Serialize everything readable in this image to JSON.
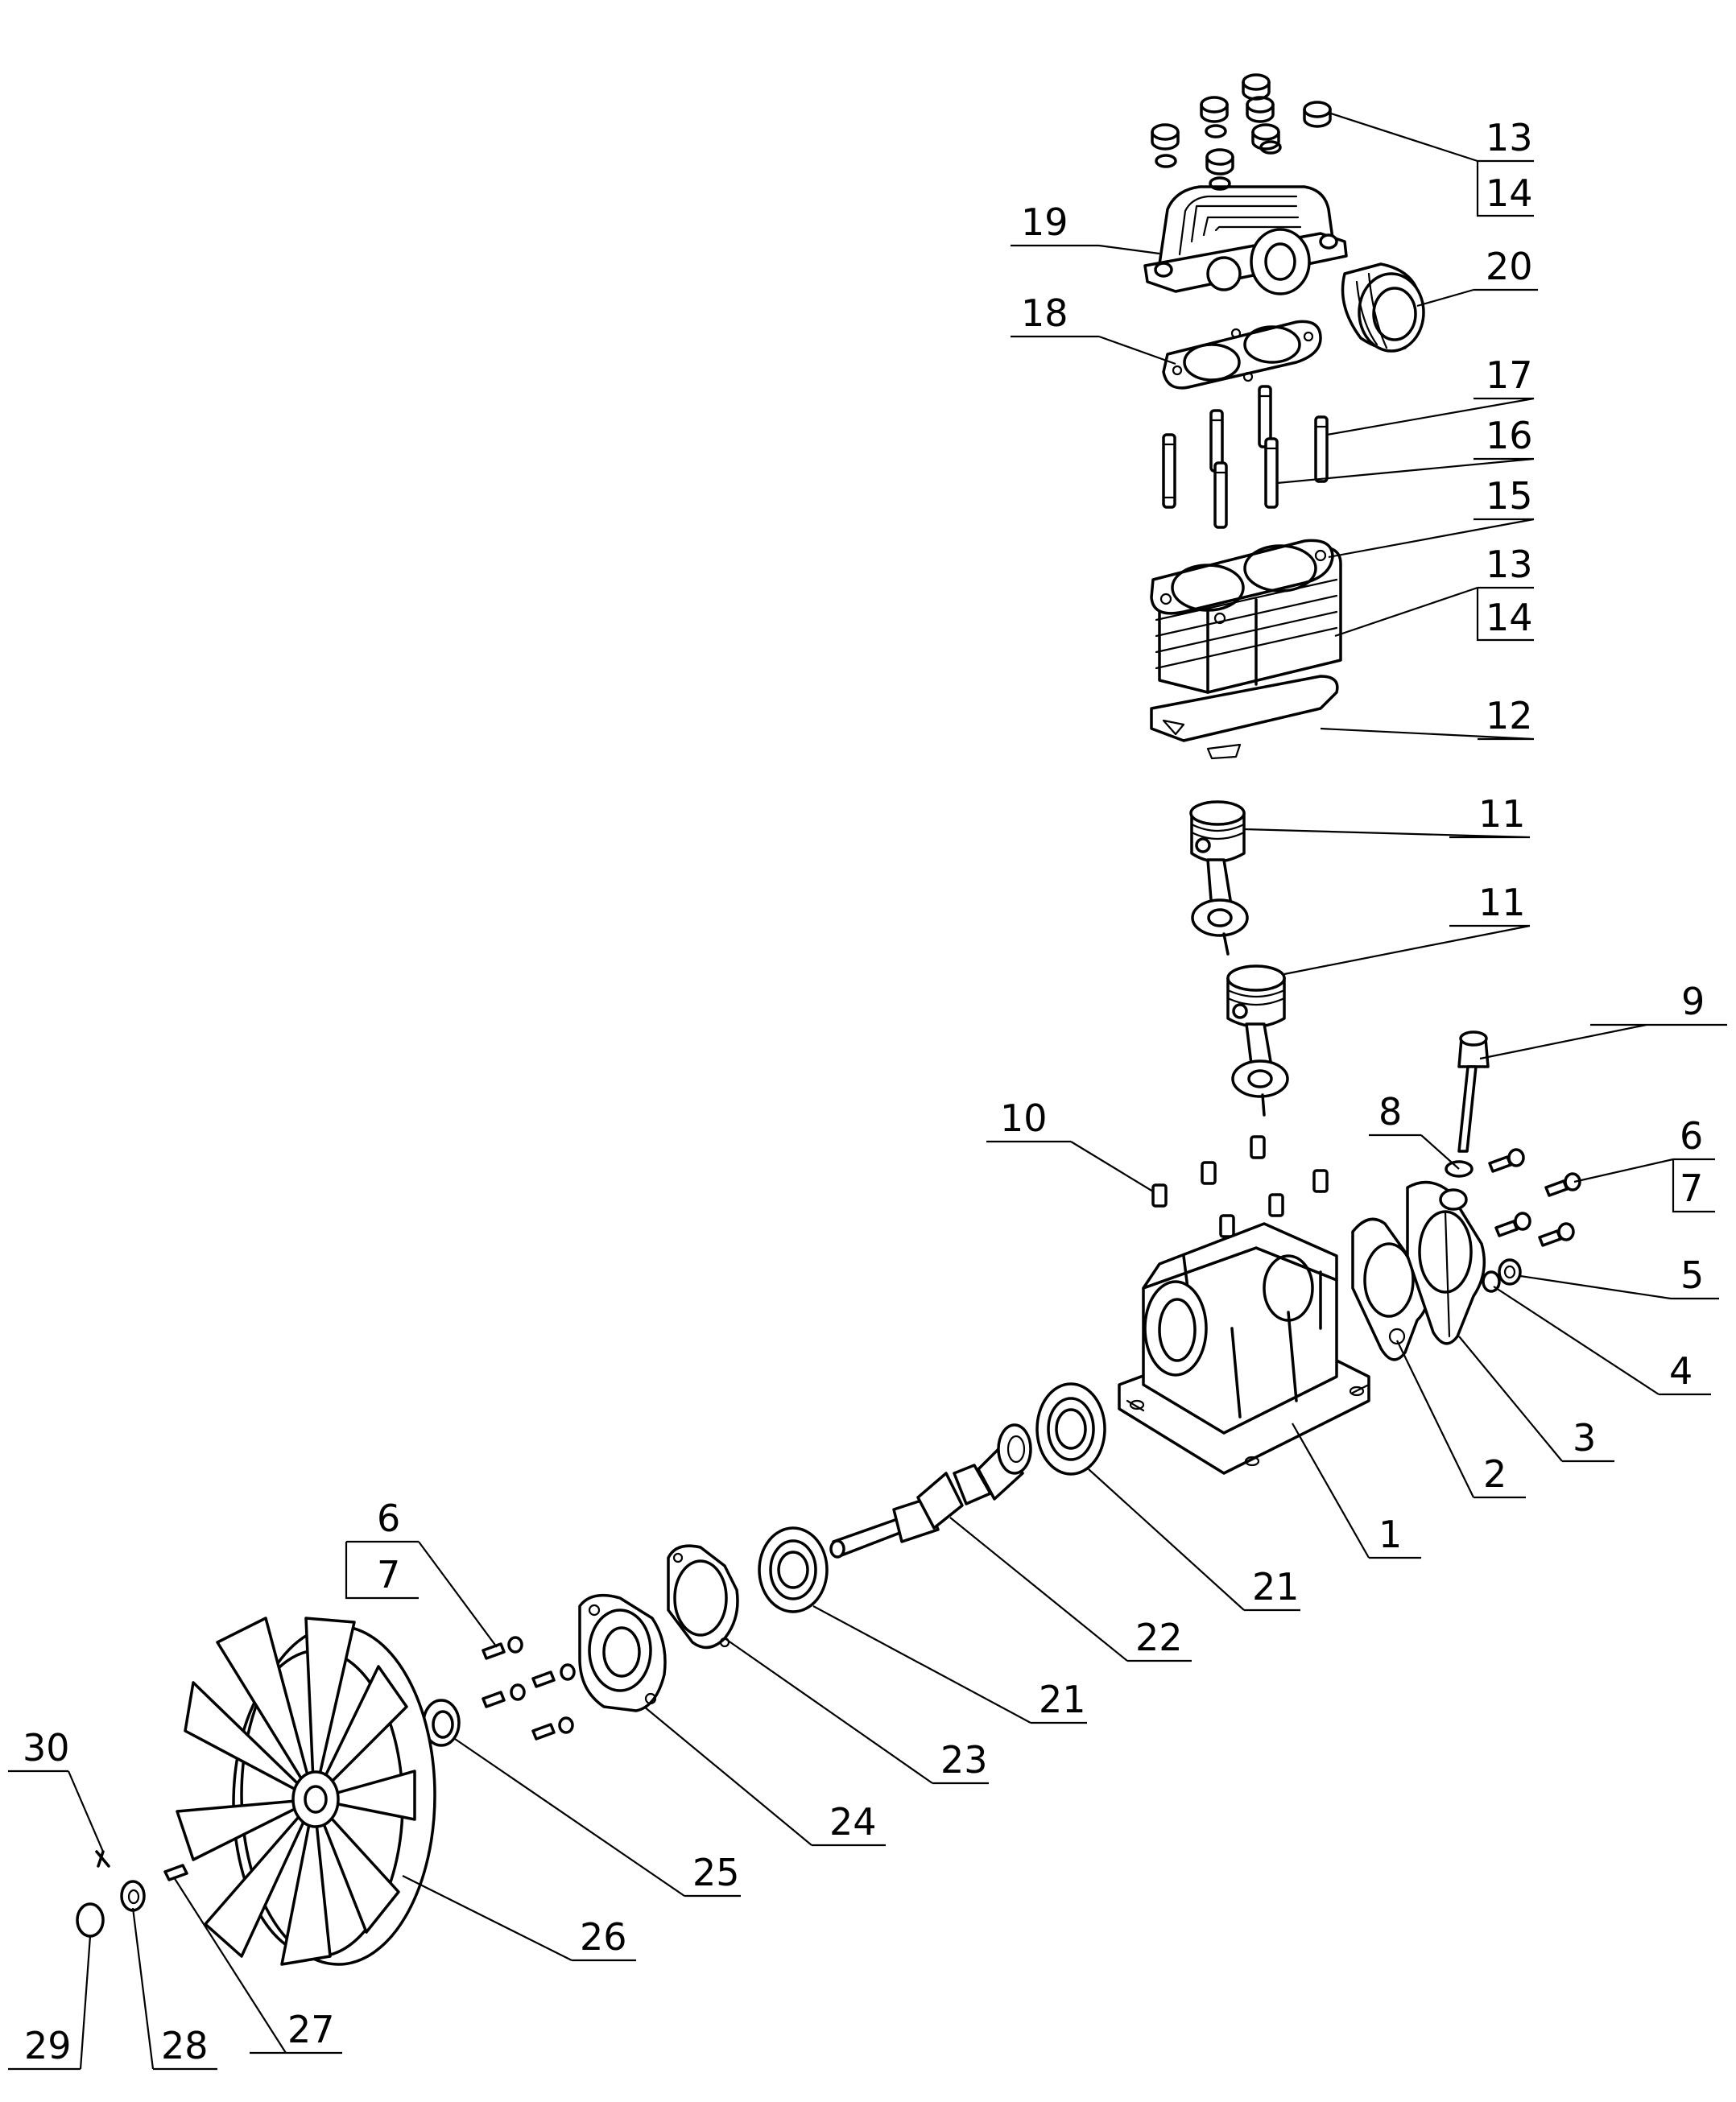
{
  "callouts": [
    {
      "id": "c1",
      "label": "1"
    },
    {
      "id": "c2",
      "label": "2"
    },
    {
      "id": "c3",
      "label": "3"
    },
    {
      "id": "c4",
      "label": "4"
    },
    {
      "id": "c5",
      "label": "5"
    },
    {
      "id": "c6a",
      "label": "6"
    },
    {
      "id": "c7a",
      "label": "7"
    },
    {
      "id": "c8",
      "label": "8"
    },
    {
      "id": "c9",
      "label": "9"
    },
    {
      "id": "c10",
      "label": "10"
    },
    {
      "id": "c11a",
      "label": "11"
    },
    {
      "id": "c11b",
      "label": "11"
    },
    {
      "id": "c12",
      "label": "12"
    },
    {
      "id": "c13a",
      "label": "13"
    },
    {
      "id": "c14a",
      "label": "14"
    },
    {
      "id": "c13b",
      "label": "13"
    },
    {
      "id": "c14b",
      "label": "14"
    },
    {
      "id": "c15",
      "label": "15"
    },
    {
      "id": "c16",
      "label": "16"
    },
    {
      "id": "c17",
      "label": "17"
    },
    {
      "id": "c18",
      "label": "18"
    },
    {
      "id": "c19",
      "label": "19"
    },
    {
      "id": "c20",
      "label": "20"
    },
    {
      "id": "c21a",
      "label": "21"
    },
    {
      "id": "c21b",
      "label": "21"
    },
    {
      "id": "c22",
      "label": "22"
    },
    {
      "id": "c23",
      "label": "23"
    },
    {
      "id": "c24",
      "label": "24"
    },
    {
      "id": "c25",
      "label": "25"
    },
    {
      "id": "c26",
      "label": "26"
    },
    {
      "id": "c6b",
      "label": "6"
    },
    {
      "id": "c7b",
      "label": "7"
    },
    {
      "id": "c27",
      "label": "27"
    },
    {
      "id": "c28",
      "label": "28"
    },
    {
      "id": "c29",
      "label": "29"
    },
    {
      "id": "c30",
      "label": "30"
    }
  ]
}
